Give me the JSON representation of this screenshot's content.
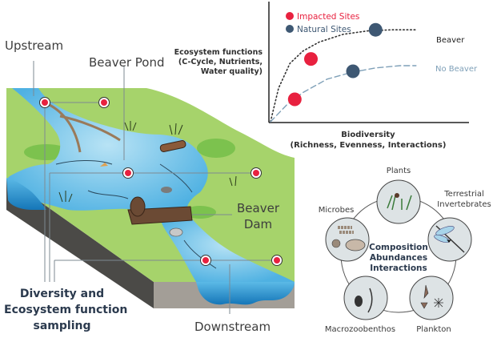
{
  "landscape": {
    "labels": {
      "upstream": "Upstream",
      "beaver_pond": "Beaver Pond",
      "beaver_dam_line1": "Beaver",
      "beaver_dam_line2": "Dam",
      "downstream": "Downstream",
      "sampling_line1": "Diversity and",
      "sampling_line2": "Ecosystem function",
      "sampling_line3": "sampling"
    },
    "colors": {
      "grass": "#a6d36b",
      "water": "#5cb8e6",
      "water_light": "#a9dcf3",
      "soil_dark": "#4b4a47",
      "soil_light": "#a39e97",
      "impacted_site": "#e8213f",
      "dam": "#6b4a34"
    }
  },
  "chart_data": {
    "type": "line",
    "title": "",
    "xlabel_line1": "Biodiversity",
    "xlabel_line2": "(Richness, Evenness, Interactions)",
    "ylabel_line1": "Ecosystem functions",
    "ylabel_line2": "(C-Cycle, Nutrients,",
    "ylabel_line3": "Water quality)",
    "xlim": [
      0,
      10
    ],
    "ylim": [
      0,
      10
    ],
    "grid": false,
    "legend": {
      "placement": "top-left",
      "entries": [
        {
          "label": "Impacted Sites",
          "color": "#e8213f"
        },
        {
          "label": "Natural Sites",
          "color": "#3e5873"
        }
      ]
    },
    "series": [
      {
        "name": "Beaver",
        "style": "dotted",
        "color": "#333333",
        "x": [
          0,
          0.5,
          1.2,
          2.0,
          3.0,
          4.5,
          6.0,
          7.5,
          9.0
        ],
        "y": [
          0,
          3.0,
          5.2,
          6.3,
          7.1,
          7.8,
          8.1,
          8.2,
          8.2
        ]
      },
      {
        "name": "No Beaver",
        "style": "dashed",
        "color": "#7fa0b8",
        "x": [
          0,
          1.0,
          2.0,
          3.5,
          5.0,
          6.5,
          8.0,
          9.0
        ],
        "y": [
          0,
          1.5,
          2.6,
          3.8,
          4.4,
          4.8,
          5.0,
          5.0
        ]
      }
    ],
    "points": [
      {
        "site": "Impacted Sites",
        "curve": "No Beaver",
        "x": 1.5,
        "y": 2.0,
        "color": "#e8213f"
      },
      {
        "site": "Impacted Sites",
        "curve": "Beaver",
        "x": 2.5,
        "y": 5.6,
        "color": "#e8213f"
      },
      {
        "site": "Natural Sites",
        "curve": "No Beaver",
        "x": 5.1,
        "y": 4.5,
        "color": "#3e5873"
      },
      {
        "site": "Natural Sites",
        "curve": "Beaver",
        "x": 6.5,
        "y": 8.2,
        "color": "#3e5873"
      }
    ]
  },
  "cycle": {
    "center_line1": "Composition",
    "center_line2": "Abundances",
    "center_line3": "Interactions",
    "groups": [
      {
        "label": "Plants"
      },
      {
        "label_line1": "Terrestrial",
        "label_line2": "Invertebrates"
      },
      {
        "label": "Plankton"
      },
      {
        "label": "Macrozoobenthos"
      },
      {
        "label": "Microbes"
      }
    ]
  }
}
